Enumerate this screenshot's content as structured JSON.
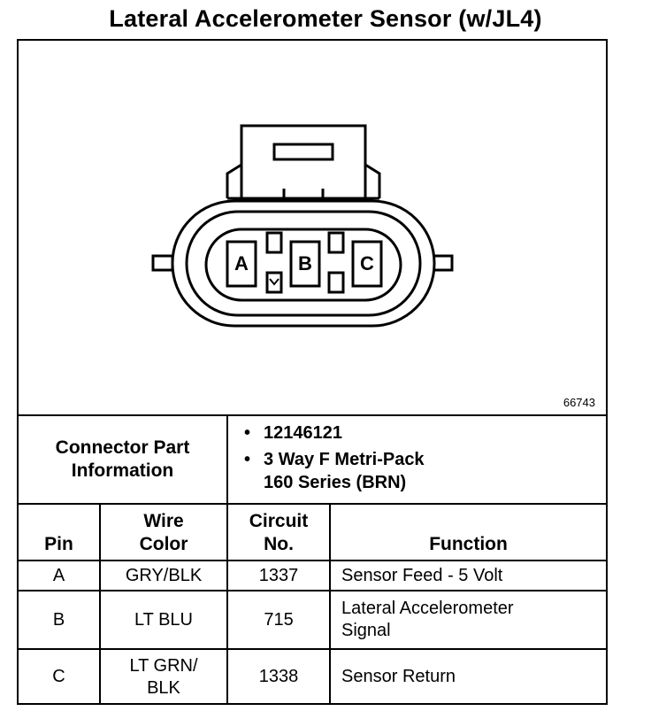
{
  "title": "Lateral Accelerometer Sensor (w/JL4)",
  "figure": {
    "id": "66743",
    "pins": [
      "A",
      "B",
      "C"
    ]
  },
  "connector": {
    "label": "Connector Part Information",
    "part_number": "12146121",
    "description_line1": "3 Way F Metri-Pack",
    "description_line2": "160 Series (BRN)",
    "bullet": "•"
  },
  "columns": {
    "pin": "Pin",
    "wire_color_1": "Wire",
    "wire_color_2": "Color",
    "circuit_1": "Circuit",
    "circuit_2": "No.",
    "function": "Function"
  },
  "rows": [
    {
      "pin": "A",
      "wire_1": "GRY/BLK",
      "wire_2": "",
      "circuit": "1337",
      "function_1": "Sensor Feed - 5 Volt",
      "function_2": ""
    },
    {
      "pin": "B",
      "wire_1": "LT BLU",
      "wire_2": "",
      "circuit": "715",
      "function_1": "Lateral Accelerometer",
      "function_2": "Signal"
    },
    {
      "pin": "C",
      "wire_1": "LT GRN/",
      "wire_2": "BLK",
      "circuit": "1338",
      "function_1": "Sensor Return",
      "function_2": ""
    }
  ]
}
